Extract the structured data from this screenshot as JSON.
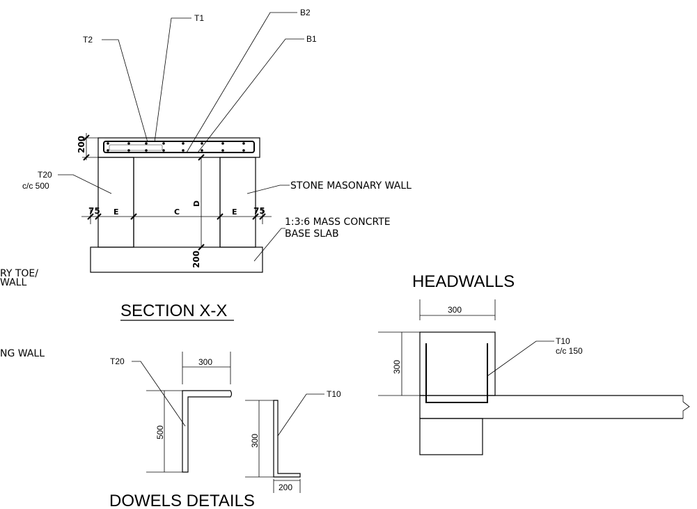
{
  "drawing": {
    "left_fragments": {
      "line1": "RY TOE/",
      "line2": "WALL",
      "line3": "NG WALL"
    },
    "section": {
      "title": "SECTION X-X",
      "labels": {
        "t1": "T1",
        "t2": "T2",
        "b1": "B1",
        "b2": "B2",
        "t20": "T20",
        "t20_spacing": "c/c 500",
        "stone_wall": "STONE MASONARY WALL",
        "base_slab_1": "1:3:6 MASS CONCRTE",
        "base_slab_2": "BASE SLAB"
      },
      "dims": {
        "top_slab": "200",
        "base": "200",
        "left_75": "75",
        "right_75": "75",
        "e_left": "E",
        "e_right": "E",
        "c": "C",
        "d": "D"
      }
    },
    "headwalls": {
      "title": "HEADWALLS",
      "dims": {
        "width": "300",
        "height": "300"
      },
      "labels": {
        "t10": "T10",
        "t10_spacing": "c/c 150"
      }
    },
    "dowels": {
      "title": "DOWELS DETAILS",
      "labels": {
        "t20": "T20",
        "t10": "T10"
      },
      "dims": {
        "d300_top": "300",
        "d500": "500",
        "d300_side": "300",
        "d200": "200"
      }
    }
  }
}
